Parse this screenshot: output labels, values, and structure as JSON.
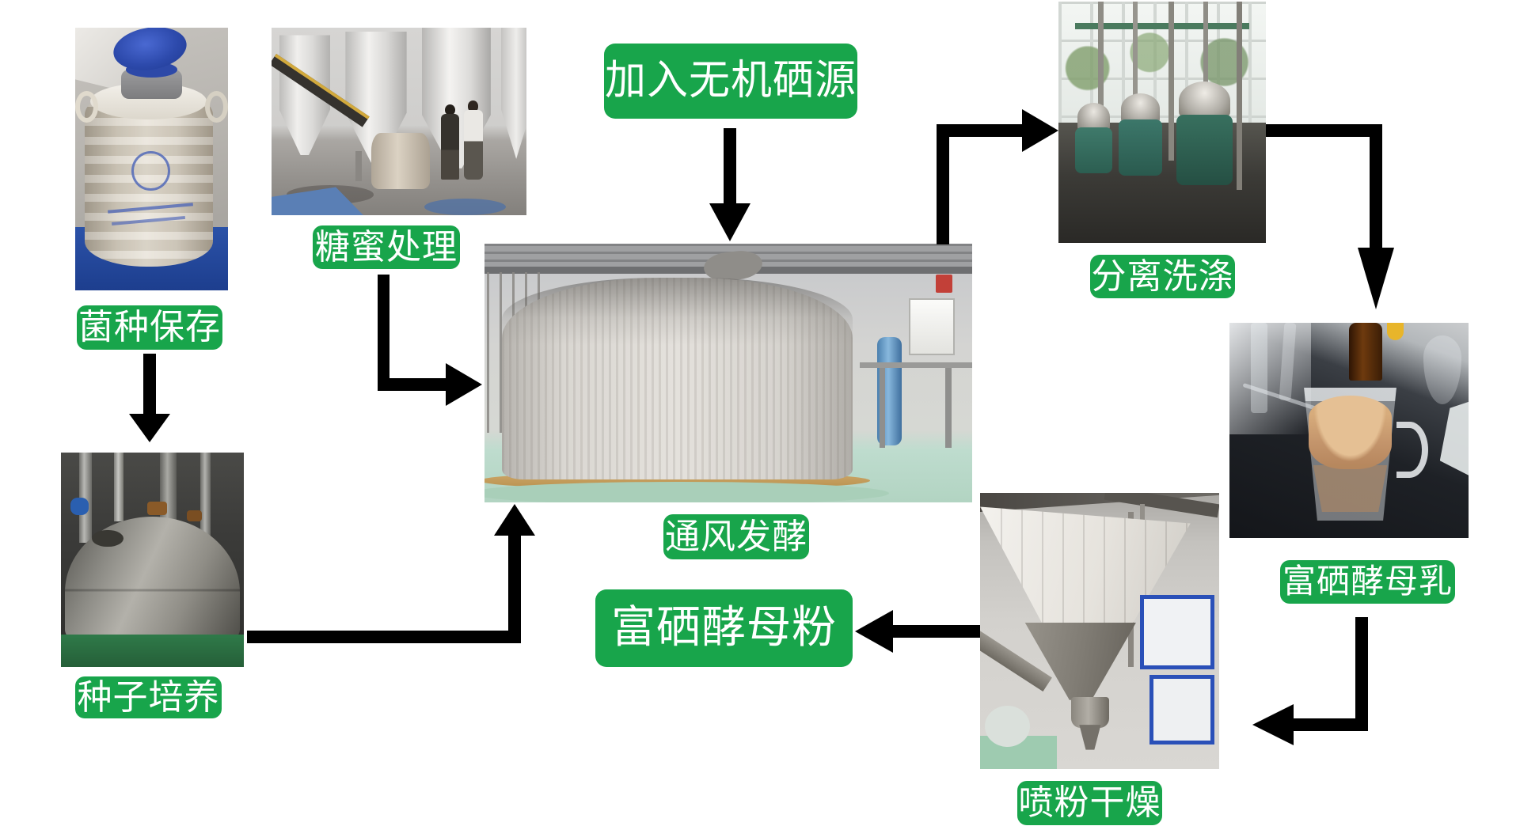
{
  "diagram": {
    "title_semantic": "selenium-enriched-yeast-production-process-flow",
    "palette": {
      "background": "#ffffff",
      "label_green": "#18a54b",
      "label_text": "#ffffff",
      "arrow_color": "#000000"
    },
    "labels": {
      "strain": "菌种保存",
      "molasses": "糖蜜处理",
      "selenium_source": "加入无机硒源",
      "fermentation": "通风发酵",
      "separation": "分离洗涤",
      "yeast_milk": "富硒酵母乳",
      "spray_drying": "喷粉干燥",
      "yeast_powder": "富硒酵母粉",
      "seed_culture": "种子培养"
    },
    "photos": {
      "strain": "liquid-nitrogen-storage-tank-photo",
      "molasses": "molasses-processing-silos-photo",
      "seed": "seed-culture-tank-photo",
      "fermentation": "aerated-fermentation-tank-photo",
      "separation": "separator-washing-machines-photo",
      "yeast_milk": "yeast-milk-measuring-cup-photo",
      "spray_drying": "spray-dryer-cone-photo"
    },
    "flow": [
      "菌种保存 → 种子培养",
      "种子培养 → 通风发酵",
      "糖蜜处理 → 通风发酵",
      "加入无机硒源 → 通风发酵",
      "通风发酵 → 分离洗涤",
      "分离洗涤 → 富硒酵母乳",
      "富硒酵母乳 → 喷粉干燥",
      "喷粉干燥 → 富硒酵母粉"
    ]
  }
}
